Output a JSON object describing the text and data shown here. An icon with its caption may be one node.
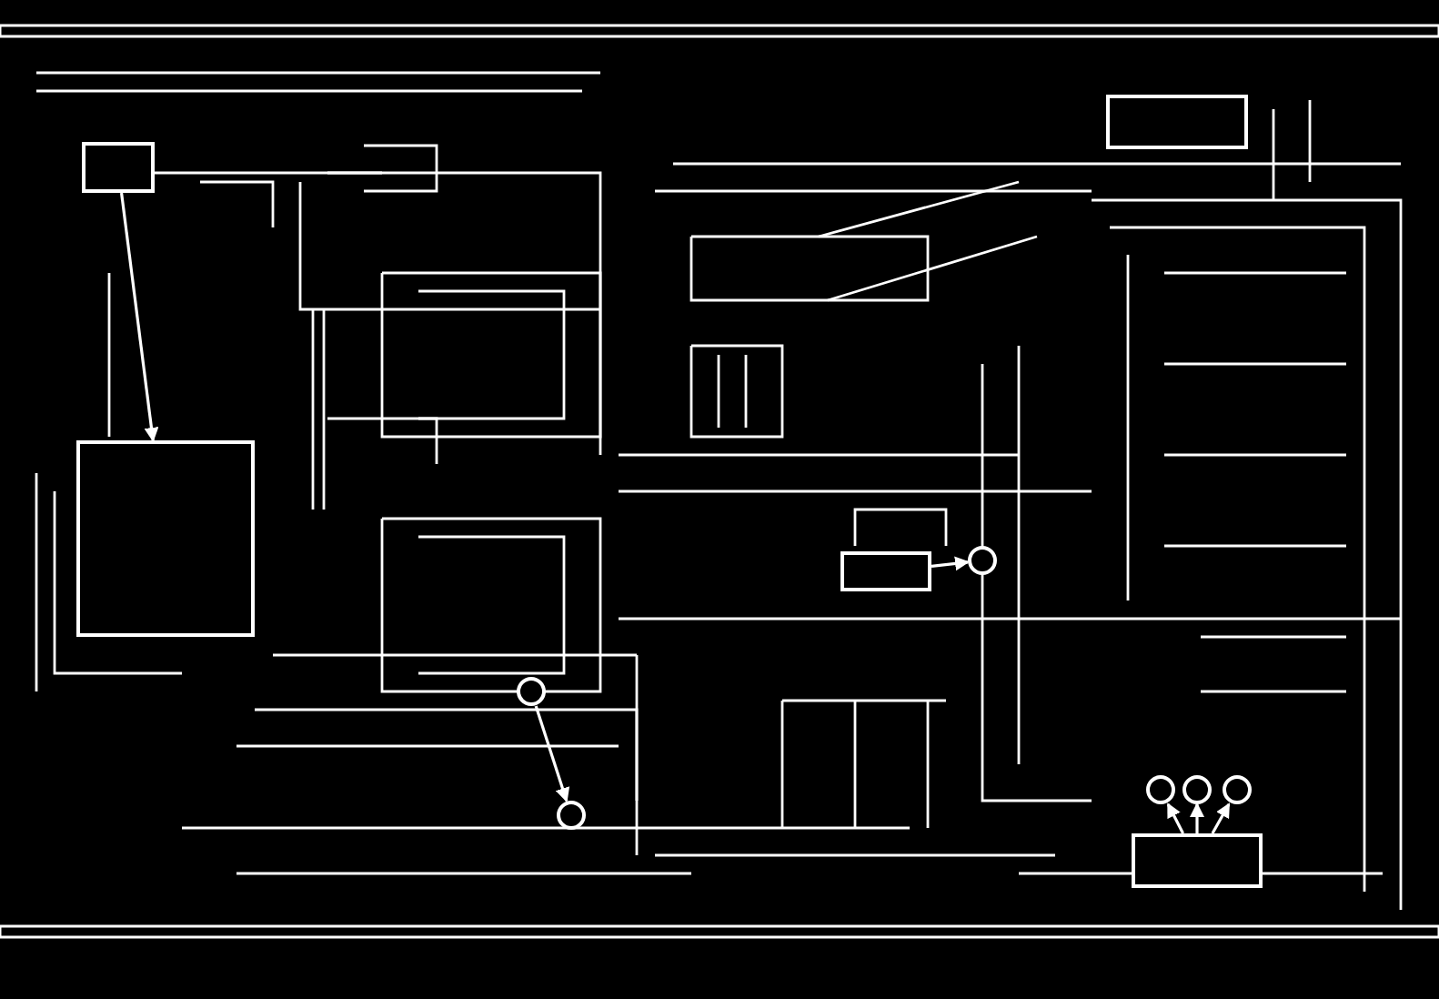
{
  "diagram": {
    "nodes": [
      {
        "text": [],
        "shape": "box"
      },
      {
        "text": [],
        "shape": "box"
      },
      {
        "text": [],
        "shape": "box"
      },
      {
        "text": [],
        "shape": "box"
      },
      {
        "text": [],
        "shape": "box"
      },
      {
        "text": [],
        "shape": "circle"
      },
      {
        "text": [],
        "shape": "circle"
      },
      {
        "text": [],
        "shape": "circle"
      },
      {
        "text": [],
        "shape": "circle"
      },
      {
        "text": [],
        "shape": "circle"
      },
      {
        "text": [],
        "shape": "circle"
      }
    ],
    "edges": [
      {
        "from": 0,
        "to": 4,
        "arrow": "to"
      },
      {
        "from": 2,
        "to": 5,
        "arrow": "to"
      },
      {
        "from": 3,
        "to": 6,
        "arrow": "to"
      },
      {
        "from": 3,
        "to": 7,
        "arrow": "to"
      },
      {
        "from": 3,
        "to": 8,
        "arrow": "to"
      },
      {
        "from": 9,
        "to": 10,
        "arrow": "to"
      }
    ]
  }
}
